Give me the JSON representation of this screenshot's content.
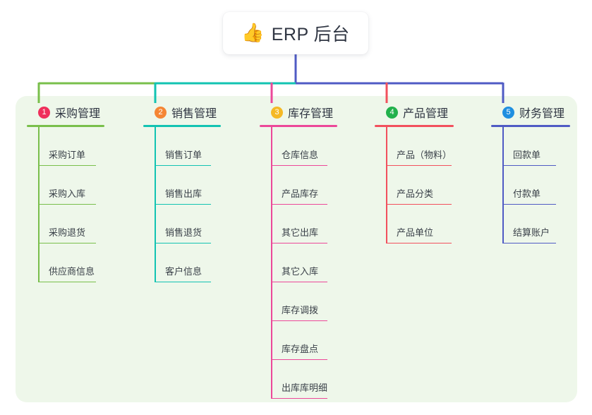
{
  "root": {
    "icon": "thumbs-up-icon",
    "emoji": "👍",
    "title": "ERP 后台"
  },
  "colors": {
    "panel_bg": "#eef7ea",
    "page_bg": "#ffffff",
    "root_text": "#2f3542",
    "trunk_left": "#79bf4b",
    "trunk_mid": "#12c3b2",
    "trunk_right": "#4f5bc4",
    "root_stem": "#4f5bc4"
  },
  "columns": [
    {
      "index": "1",
      "title": "采购管理",
      "badge_color": "#ef2f5b",
      "line_color": "#79bf4b",
      "items": [
        "采购订单",
        "采购入库",
        "采购退货",
        "供应商信息"
      ]
    },
    {
      "index": "2",
      "title": "销售管理",
      "badge_color": "#f58634",
      "line_color": "#12c3b2",
      "items": [
        "销售订单",
        "销售出库",
        "销售退货",
        "客户信息"
      ]
    },
    {
      "index": "3",
      "title": "库存管理",
      "badge_color": "#f5b925",
      "line_color": "#ec4899",
      "items": [
        "仓库信息",
        "产品库存",
        "其它出库",
        "其它入库",
        "库存调拨",
        "库存盘点",
        "出库库明细"
      ]
    },
    {
      "index": "4",
      "title": "产品管理",
      "badge_color": "#22b14c",
      "line_color": "#f2505d",
      "items": [
        "产品（物料）",
        "产品分类",
        "产品单位"
      ]
    },
    {
      "index": "5",
      "title": "财务管理",
      "badge_color": "#1f8fe0",
      "line_color": "#4f5bc4",
      "items": [
        "回款单",
        "付款单",
        "结算账户"
      ]
    }
  ]
}
